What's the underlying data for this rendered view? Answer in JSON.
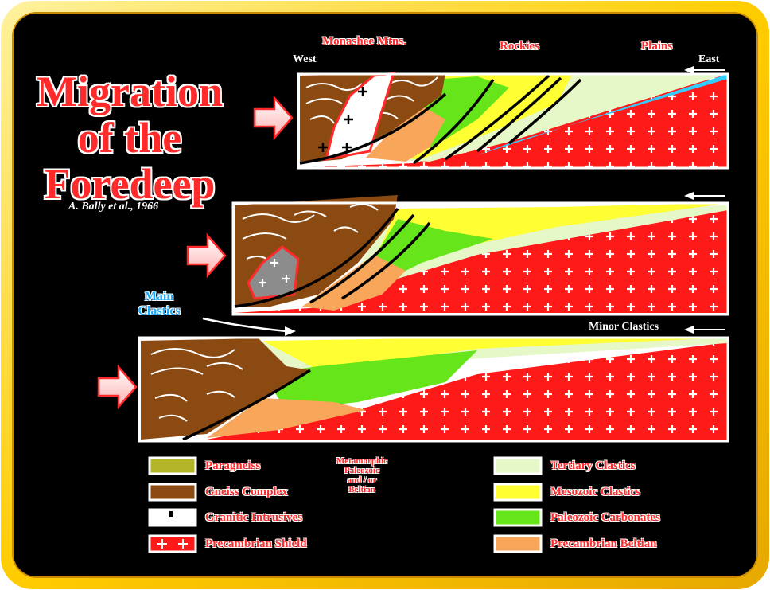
{
  "title": {
    "line1": "Migration",
    "line2": "of the",
    "line3": "Foredeep"
  },
  "citation": "A. Bally et al., 1966",
  "labels": {
    "west": "West",
    "east": "East",
    "monashee": "Monashee Mtns.",
    "rockies": "Rockies",
    "plains": "Plains",
    "main_clastics_1": "Main",
    "main_clastics_2": "Clastics",
    "minor_clastics": "Minor Clastics"
  },
  "legend_left": [
    {
      "label": "Paragneiss",
      "color": "#b5b52a"
    },
    {
      "label": "Gneiss Complex",
      "color": "#8b4a12"
    },
    {
      "label": "Granitic Intrusives",
      "color": "#ffffff"
    },
    {
      "label": "Precambrian Shield",
      "color": "#ff1a1a"
    }
  ],
  "legend_right": [
    {
      "label": "Tertiary Clastics",
      "color": "#e6f7c8"
    },
    {
      "label": "Mesozoic Clastics",
      "color": "#ffff33"
    },
    {
      "label": "Paleozoic Carbonates",
      "color": "#66e61a"
    },
    {
      "label": "Precambrian Beltian",
      "color": "#f7a65a"
    }
  ],
  "metamorphic_note": {
    "line1": "Metamorphic",
    "line2": "Paleozoic",
    "line3": "and / or",
    "line4": "Beltian"
  },
  "colors": {
    "background": "#000000",
    "frame": "#ffd21a",
    "title": "#ff2a2a",
    "shield": "#ff1a1a",
    "basal_wedge": "#33ccff"
  }
}
